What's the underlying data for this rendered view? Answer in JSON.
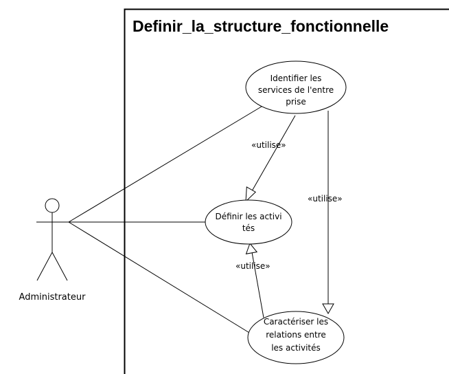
{
  "system": {
    "title": "Definir_la_structure_fonctionnelle"
  },
  "actor": {
    "name": "Administrateur"
  },
  "use_cases": {
    "identifier": [
      "Identifier les",
      "services de l'entre",
      "prise"
    ],
    "definir": [
      "Définir les activi",
      "tés"
    ],
    "caracteriser": [
      "Caractériser les",
      "relations entre",
      "les activités"
    ]
  },
  "relations": {
    "identifier_to_definir": "«utilise»",
    "identifier_to_caracteriser": "«utilise»",
    "caracteriser_to_definir": "«utilise»"
  }
}
